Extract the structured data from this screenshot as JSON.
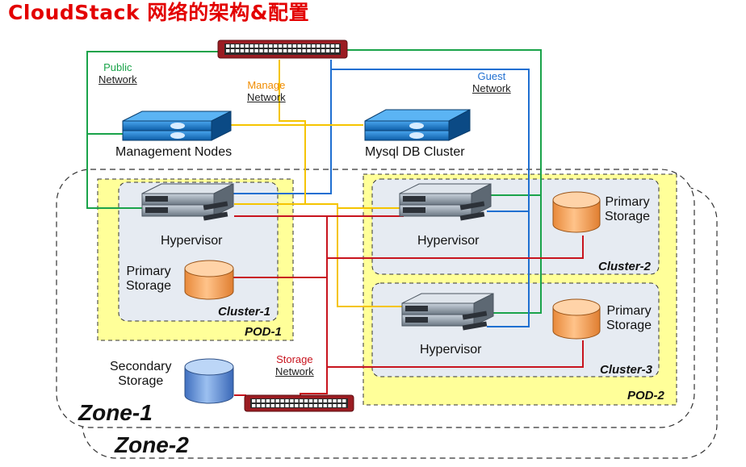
{
  "title": "CloudStack 网络的架构&配置",
  "networks": {
    "public": {
      "line1": "Public",
      "line2": "Network",
      "color": "#1aa34a"
    },
    "manage": {
      "line1": "Manage",
      "line2": "Network",
      "color": "#f5c400"
    },
    "guest": {
      "line1": "Guest",
      "line2": "Network",
      "color": "#1f6fd1"
    },
    "storage": {
      "line1": "Storage",
      "line2": "Network",
      "color": "#c8141e"
    }
  },
  "nodes": {
    "management": "Management Nodes",
    "mysql": "Mysql DB Cluster",
    "hypervisor": "Hypervisor",
    "primary_line1": "Primary",
    "primary_line2": "Storage",
    "secondary_line1": "Secondary",
    "secondary_line2": "Storage"
  },
  "groups": {
    "cluster1": "Cluster-1",
    "cluster2": "Cluster-2",
    "cluster3": "Cluster-3",
    "pod1": "POD-1",
    "pod2": "POD-2",
    "zone1": "Zone-1",
    "zone2": "Zone-2"
  },
  "colors": {
    "pod_fill": "#ffff99",
    "cluster_fill": "#e6ebf2",
    "storage_orange": "#f7a35c",
    "storage_blue": "#5b8fd6",
    "switch_red": "#9b1c22",
    "server_blue": "#1f78c8"
  }
}
